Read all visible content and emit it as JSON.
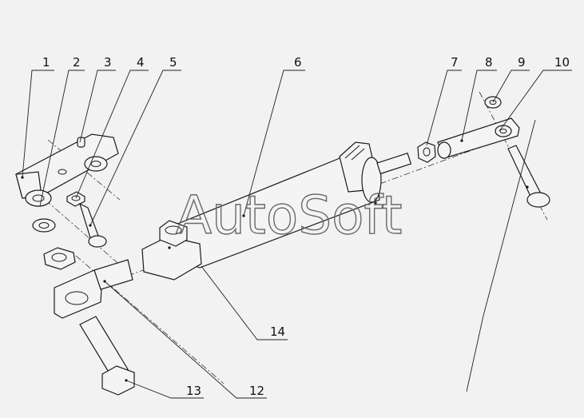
{
  "watermark": "AutoSoft",
  "callouts": {
    "c1": "1",
    "c2": "2",
    "c3": "3",
    "c4": "4",
    "c5": "5",
    "c6": "6",
    "c7": "7",
    "c8": "8",
    "c9": "9",
    "c10": "10",
    "c12": "12",
    "c13": "13",
    "c14": "14"
  }
}
